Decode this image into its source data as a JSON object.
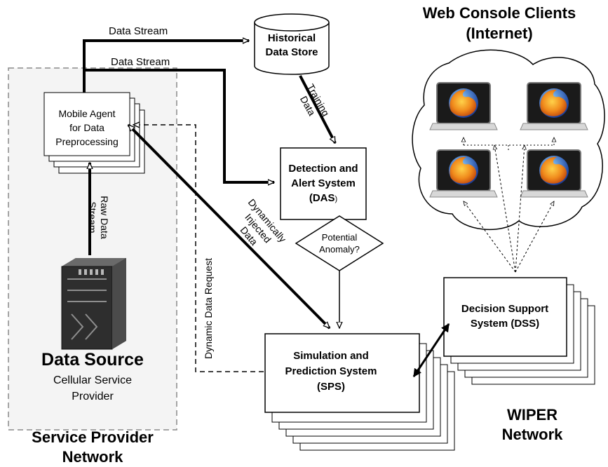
{
  "labels": {
    "web_console_title_line1": "Web Console Clients",
    "web_console_title_line2": "(Internet)",
    "data_stream_top": "Data Stream",
    "data_stream_mid": "Data Stream",
    "historical_line1": "Historical",
    "historical_line2": "Data Store",
    "training_line1": "Training",
    "training_line2": "Data",
    "mobile_agent_line1": "Mobile Agent",
    "mobile_agent_line2": "for Data",
    "mobile_agent_line3": "Preprocessing",
    "raw_line1": "Raw Data",
    "raw_line2": "Stream",
    "das_line1": "Detection and",
    "das_line2": "Alert System",
    "das_line3_bold": "(DAS",
    "das_line3_paren": ")",
    "potential_line1": "Potential",
    "potential_line2": "Anomaly?",
    "dyn_injected_line1": "Dynamically",
    "dyn_injected_line2": "Injected",
    "dyn_injected_line3": "Data",
    "dyn_request": "Dynamic Data Request",
    "dss_line1": "Decision Support",
    "dss_line2": "System (DSS)",
    "sps_line1": "Simulation and",
    "sps_line2": "Prediction System",
    "sps_line3": "(SPS)",
    "data_source_title": "Data Source",
    "data_source_sub1": "Cellular Service",
    "data_source_sub2": "Provider",
    "spn_line1": "Service Provider",
    "spn_line2": "Network",
    "wiper_line1": "WIPER",
    "wiper_line2": "Network"
  }
}
